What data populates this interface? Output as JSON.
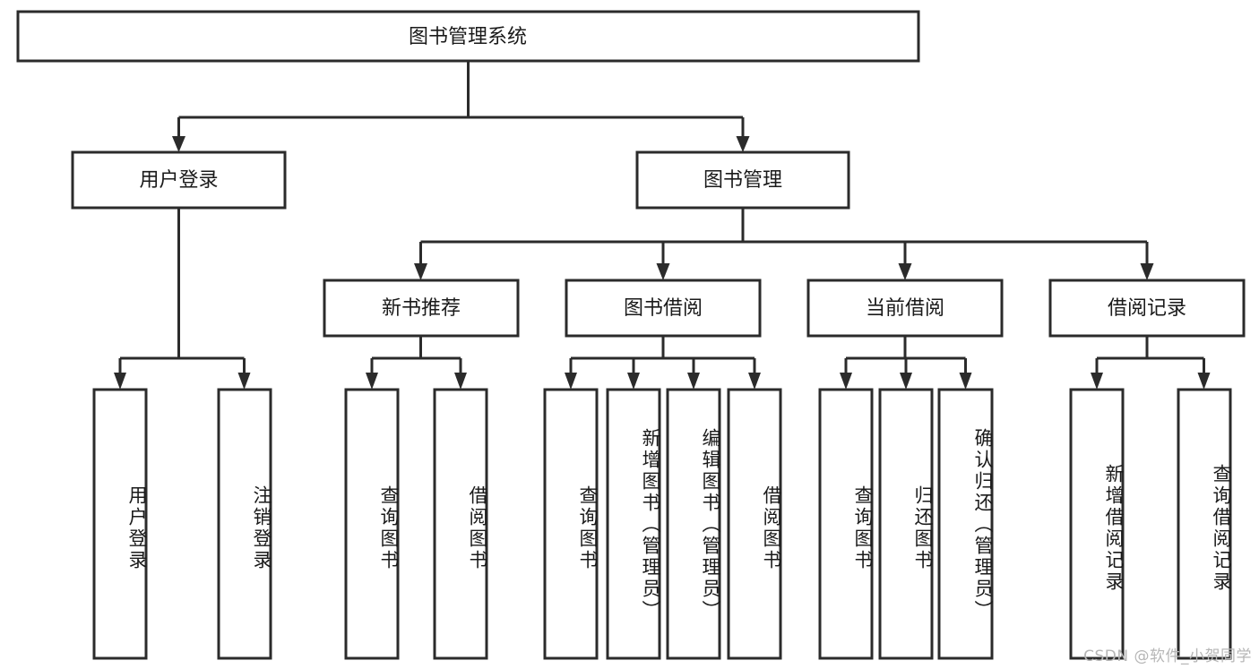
{
  "diagram": {
    "type": "tree",
    "title": "图书管理系统",
    "orientation": "top-down",
    "colors": {
      "box_stroke": "#2b2b2b",
      "box_fill": "#ffffff",
      "text": "#1a1a1a",
      "background": "#ffffff",
      "watermark": "#b6b6b6"
    },
    "root": {
      "label": "图书管理系统"
    },
    "level2": [
      {
        "label": "用户登录"
      },
      {
        "label": "图书管理"
      }
    ],
    "level3": [
      {
        "label": "新书推荐"
      },
      {
        "label": "图书借阅"
      },
      {
        "label": "当前借阅"
      },
      {
        "label": "借阅记录"
      }
    ],
    "leaves": {
      "user_login": [
        {
          "label": "用户登录"
        },
        {
          "label": "注销登录"
        }
      ],
      "new_book_recommend": [
        {
          "label": "查询图书"
        },
        {
          "label": "借阅图书"
        }
      ],
      "book_borrow": [
        {
          "label": "查询图书"
        },
        {
          "label": "新增图书（管理员）"
        },
        {
          "label": "编辑图书（管理员）"
        },
        {
          "label": "借阅图书"
        }
      ],
      "current_borrow": [
        {
          "label": "查询图书"
        },
        {
          "label": "归还图书"
        },
        {
          "label": "确认归还（管理员）"
        }
      ],
      "borrow_records": [
        {
          "label": "新增借阅记录"
        },
        {
          "label": "查询借阅记录"
        }
      ]
    },
    "watermark": "CSDN @软件_小贺同学"
  }
}
